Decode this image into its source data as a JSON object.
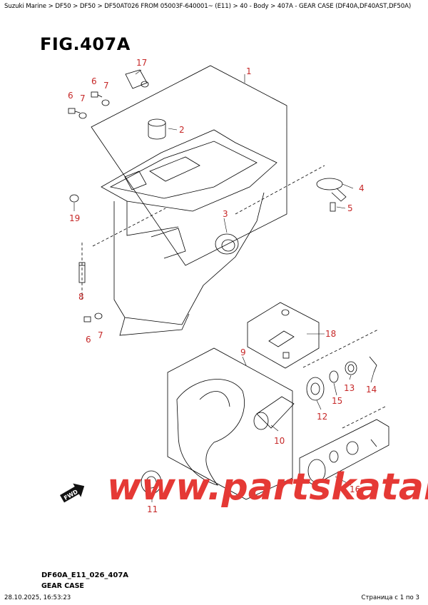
{
  "breadcrumb": "Suzuki Marine > DF50 > DF50 > DF50AT026 FROM 05003F-640001~ (E11) > 40 - Body > 407A - GEAR CASE (DF40A,DF40AST,DF50A)",
  "figure_title": "FIG.407A",
  "callouts": {
    "p1": "1",
    "p2": "2",
    "p3": "3",
    "p4": "4",
    "p5": "5",
    "p6a": "6",
    "p6b": "6",
    "p6c": "6",
    "p7a": "7",
    "p7b": "7",
    "p7c": "7",
    "p8": "8",
    "p9": "9",
    "p10": "10",
    "p11": "11",
    "p12": "12",
    "p13": "13",
    "p14": "14",
    "p15": "15",
    "p16": "16",
    "p17": "17",
    "p18": "18",
    "p19": "19"
  },
  "fwd_label": "FWD",
  "watermark": "www.partskatalog.ru",
  "footer": {
    "code": "DF60A_E11_026_407A",
    "name": "GEAR CASE",
    "timestamp": "28.10.2025, 16:53:23",
    "page": "Страница с 1 по 3"
  },
  "colors": {
    "callout": "#c62828",
    "watermark": "#e53935"
  }
}
